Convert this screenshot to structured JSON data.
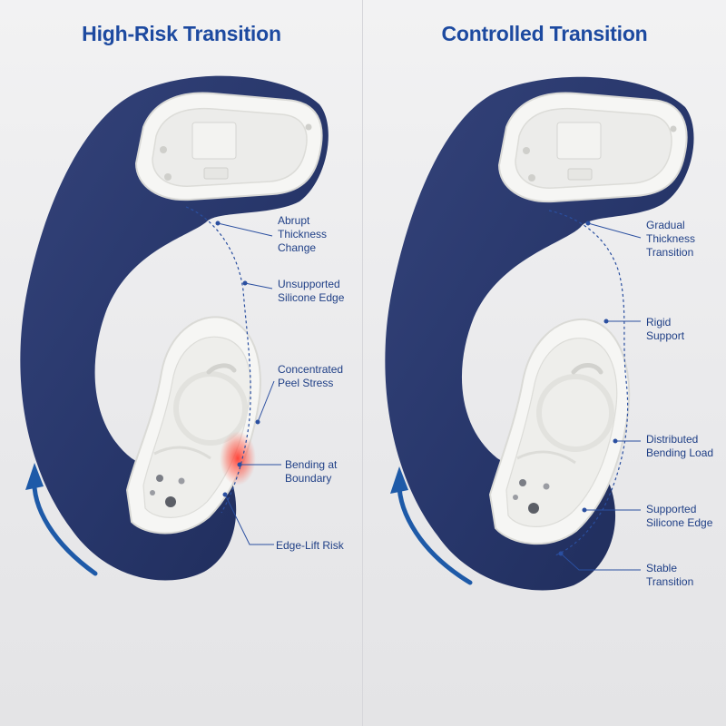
{
  "panels": [
    {
      "title": "High-Risk Transition",
      "callouts": [
        "Abrupt\nThickness\nChange",
        "Unsupported\nSilicone Edge",
        "Concentrated\nPeel Stress",
        "Bending at\nBoundary",
        "Edge-Lift Risk"
      ]
    },
    {
      "title": "Controlled Transition",
      "callouts": [
        "Gradual\nThickness\nTransition",
        "Rigid\nSupport",
        "Distributed\nBending Load",
        "Supported\nSilicone Edge",
        "Stable\nTransition"
      ]
    }
  ],
  "colors": {
    "title": "#1d4aa0",
    "label": "#1f3f86",
    "silicone": "#2b3a6b",
    "housing": "#f4f4f2",
    "arrow": "#1e5aa8",
    "stress": "#e53935"
  }
}
